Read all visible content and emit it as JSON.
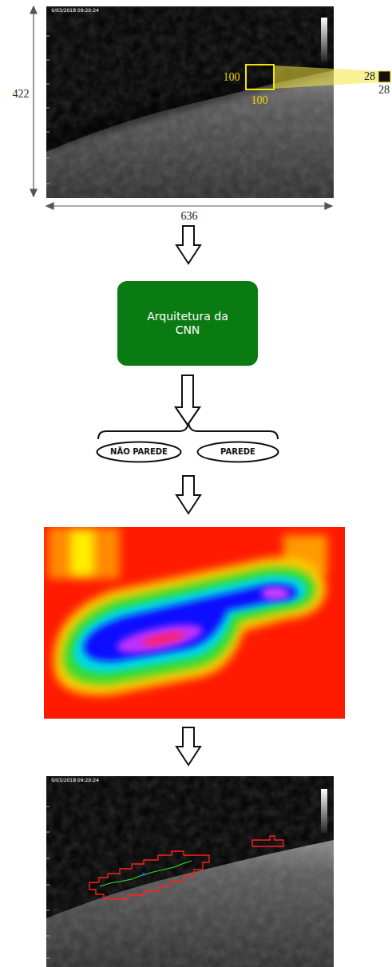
{
  "diagram": {
    "nodes": [
      {
        "text": [
          "Arquitetura da CNN"
        ]
      },
      {
        "text": [
          "NÃO PAREDE"
        ]
      },
      {
        "text": [
          "PAREDE"
        ]
      }
    ],
    "edges": [
      {
        "from": 0,
        "to": 1,
        "arrow": "to"
      },
      {
        "from": 0,
        "to": 2,
        "arrow": "to"
      }
    ],
    "labels": [
      "422",
      "636",
      "100",
      "100",
      "28",
      "28",
      "0/03/2018 09:20:24",
      "0/03/2018 09:20:24"
    ]
  }
}
